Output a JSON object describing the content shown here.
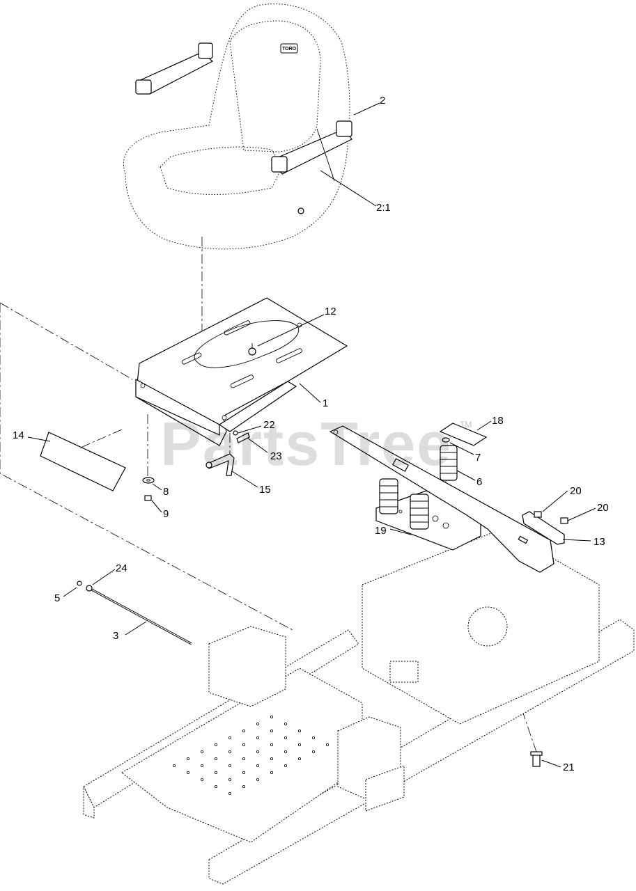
{
  "watermark": {
    "text": "PartsTree",
    "tm": "TM"
  },
  "seat_logo": "TORO",
  "callouts": [
    {
      "id": "c-2",
      "label": "2"
    },
    {
      "id": "c-2-1",
      "label": "2:1"
    },
    {
      "id": "c-12",
      "label": "12"
    },
    {
      "id": "c-1",
      "label": "1"
    },
    {
      "id": "c-14",
      "label": "14"
    },
    {
      "id": "c-22",
      "label": "22"
    },
    {
      "id": "c-23",
      "label": "23"
    },
    {
      "id": "c-8",
      "label": "8"
    },
    {
      "id": "c-9",
      "label": "9"
    },
    {
      "id": "c-15",
      "label": "15"
    },
    {
      "id": "c-18",
      "label": "18"
    },
    {
      "id": "c-7",
      "label": "7"
    },
    {
      "id": "c-6",
      "label": "6"
    },
    {
      "id": "c-20a",
      "label": "20"
    },
    {
      "id": "c-20b",
      "label": "20"
    },
    {
      "id": "c-13",
      "label": "13"
    },
    {
      "id": "c-19",
      "label": "19"
    },
    {
      "id": "c-24",
      "label": "24"
    },
    {
      "id": "c-5",
      "label": "5"
    },
    {
      "id": "c-3",
      "label": "3"
    },
    {
      "id": "c-21",
      "label": "21"
    }
  ]
}
